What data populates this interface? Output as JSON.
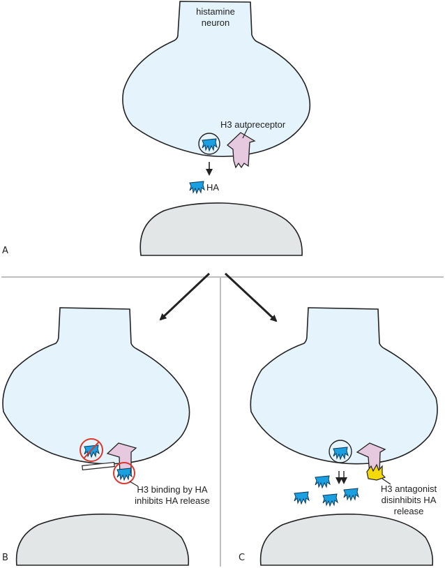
{
  "figure": {
    "panels": [
      {
        "id": "A",
        "letter": "A"
      },
      {
        "id": "B",
        "letter": "B"
      },
      {
        "id": "C",
        "letter": "C"
      }
    ],
    "labels": {
      "neuron_line1": "histamine",
      "neuron_line2": "neuron",
      "autoreceptor": "H3 autoreceptor",
      "ha": "HA",
      "b_line1": "H3 binding by HA",
      "b_line2": "inhibits HA release",
      "c_line1": "H3 antagonist",
      "c_line2": "disinhibits HA",
      "c_line3": "release"
    },
    "colors": {
      "neuron_fill": "#e4f3fc",
      "postsynaptic_fill": "#e3e6e6",
      "histamine": "#1a9fe0",
      "receptor": "#e6c8df",
      "antagonist": "#f5d90a",
      "inhibit_ring": "#d9382e",
      "divider": "#bfbfbf"
    }
  }
}
